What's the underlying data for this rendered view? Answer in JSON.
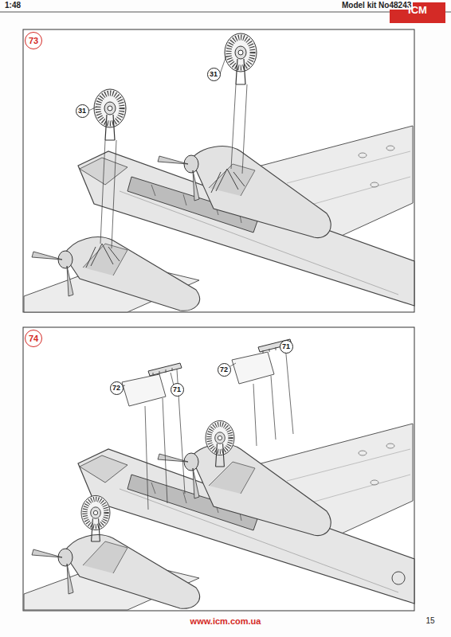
{
  "diagram": {
    "nodes": [
      {
        "text": [
          "73"
        ]
      },
      {
        "text": [
          "31"
        ]
      },
      {
        "text": [
          "31"
        ]
      },
      {
        "text": [
          "74"
        ]
      },
      {
        "text": [
          "71"
        ]
      },
      {
        "text": [
          "72"
        ]
      },
      {
        "text": [
          "72"
        ]
      },
      {
        "text": [
          "71"
        ]
      }
    ],
    "labels": [
      "1:48",
      "Model kit No48243",
      "ICM",
      "www.icm.com.ua",
      "15"
    ]
  }
}
